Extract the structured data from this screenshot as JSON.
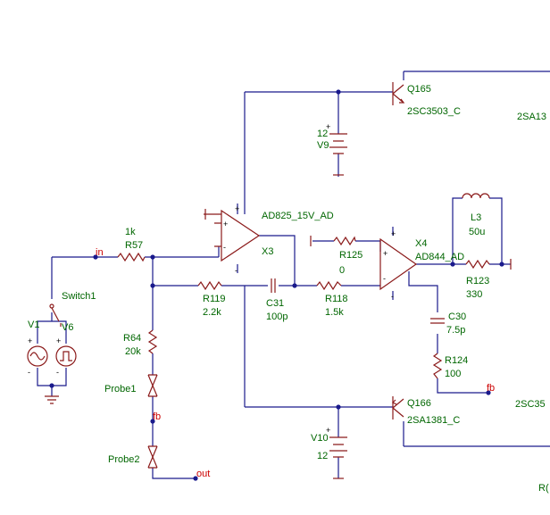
{
  "components": {
    "q165": {
      "ref": "Q165",
      "model": "2SC3503_C"
    },
    "q166": {
      "ref": "Q166",
      "model": "2SA1381_C"
    },
    "x3": {
      "ref": "X3",
      "model": "AD825_15V_AD"
    },
    "x4": {
      "ref": "X4",
      "model": "AD844_AD"
    },
    "v9": {
      "ref": "V9",
      "value": "12"
    },
    "v10": {
      "ref": "V10",
      "value": "12"
    },
    "r57": {
      "ref": "R57",
      "value": "1k"
    },
    "r119": {
      "ref": "R119",
      "value": "2.2k"
    },
    "c31": {
      "ref": "C31",
      "value": "100p"
    },
    "r118": {
      "ref": "R118",
      "value": "1.5k"
    },
    "r125": {
      "ref": "R125",
      "value": "0"
    },
    "l3": {
      "ref": "L3",
      "value": "50u"
    },
    "r123": {
      "ref": "R123",
      "value": "330"
    },
    "c30": {
      "ref": "C30",
      "value": "7.5p"
    },
    "r124": {
      "ref": "R124",
      "value": "100"
    },
    "r64": {
      "ref": "R64",
      "value": "20k"
    },
    "switch1": {
      "ref": "Switch1"
    },
    "v1": {
      "ref": "V1"
    },
    "v6": {
      "ref": "V6"
    },
    "probe1": {
      "ref": "Probe1"
    },
    "probe2": {
      "ref": "Probe2"
    }
  },
  "nets": {
    "in": "in",
    "fb_left": "fb",
    "fb_right": "fb",
    "out": "out"
  },
  "clipped_labels": {
    "top_right": "2SA13",
    "mid_right": "2SC35",
    "bottom_right": "R("
  }
}
